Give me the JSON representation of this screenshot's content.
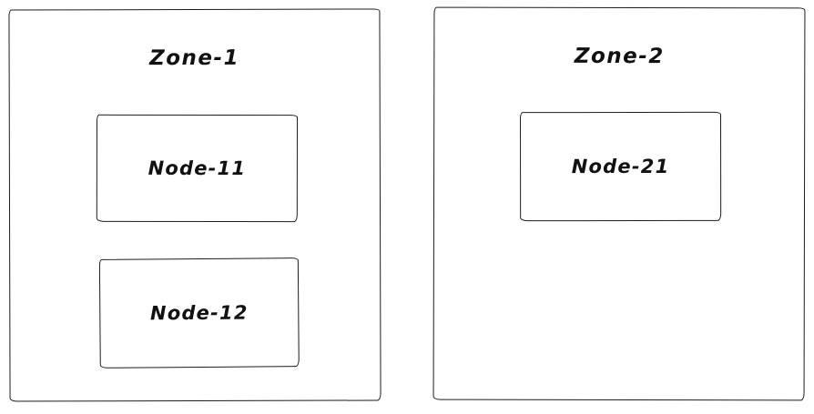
{
  "diagram": {
    "zones": [
      {
        "title": "Zone-1",
        "nodes": [
          {
            "label": "Node-11"
          },
          {
            "label": "Node-12"
          }
        ]
      },
      {
        "title": "Zone-2",
        "nodes": [
          {
            "label": "Node-21"
          }
        ]
      }
    ]
  },
  "colors": {
    "stroke": "#1c1c1c",
    "background": "#ffffff",
    "text": "#111111"
  }
}
